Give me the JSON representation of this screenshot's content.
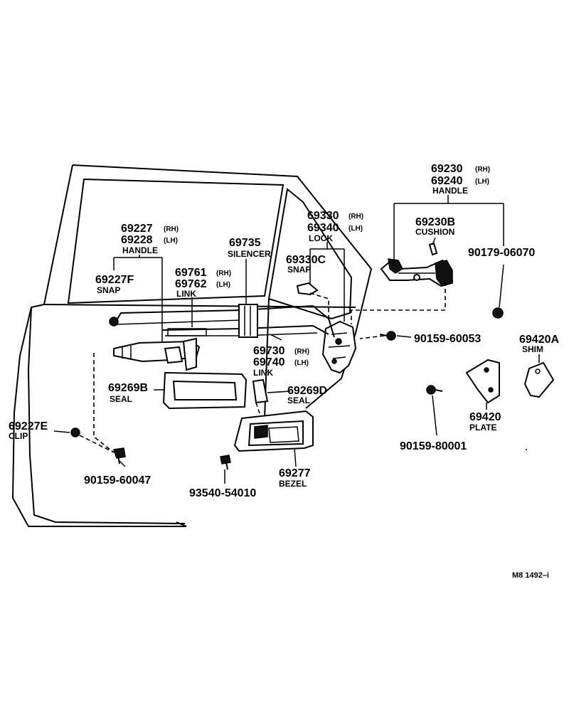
{
  "parts": {
    "handle_outer": {
      "pn_rh": "69230",
      "sfx_rh": "(RH)",
      "pn_lh": "69240",
      "sfx_lh": "(LH)",
      "name": "HANDLE"
    },
    "cushion": {
      "pn": "69230B",
      "name": "CUSHION"
    },
    "bolt_90179": {
      "pn": "90179-06070"
    },
    "lock": {
      "pn_rh": "69330",
      "sfx_rh": "(RH)",
      "pn_lh": "69340",
      "sfx_lh": "(LH)",
      "name": "LOCK"
    },
    "lock_snap": {
      "pn": "69330C",
      "name": "SNAP"
    },
    "silencer": {
      "pn": "69735",
      "name": "SILENCER"
    },
    "handle_inner": {
      "pn_rh": "69227",
      "sfx_rh": "(RH)",
      "pn_lh": "69228",
      "sfx_lh": "(LH)",
      "name": "HANDLE"
    },
    "handle_snap": {
      "pn": "69227F",
      "name": "SNAP"
    },
    "link_upper": {
      "pn_rh": "69761",
      "sfx_rh": "(RH)",
      "pn_lh": "69762",
      "sfx_lh": "(LH)",
      "name": "LINK"
    },
    "link_lower": {
      "pn_rh": "69730",
      "sfx_rh": "(RH)",
      "pn_lh": "69740",
      "sfx_lh": "(LH)",
      "name": "LINK"
    },
    "screw_60053": {
      "pn": "90159-60053"
    },
    "shim": {
      "pn": "69420A",
      "name": "SHIM"
    },
    "plate": {
      "pn": "69420",
      "name": "PLATE"
    },
    "screw_80001": {
      "pn": "90159-80001"
    },
    "seal_b": {
      "pn": "69269B",
      "name": "SEAL"
    },
    "seal_d": {
      "pn": "69269D",
      "name": "SEAL"
    },
    "clip": {
      "pn": "69227E",
      "name": "CLIP"
    },
    "screw_60047": {
      "pn": "90159-60047"
    },
    "screw_93540": {
      "pn": "93540-54010"
    },
    "bezel": {
      "pn": "69277",
      "name": "BEZEL"
    }
  },
  "reference": "M8 1492–i"
}
